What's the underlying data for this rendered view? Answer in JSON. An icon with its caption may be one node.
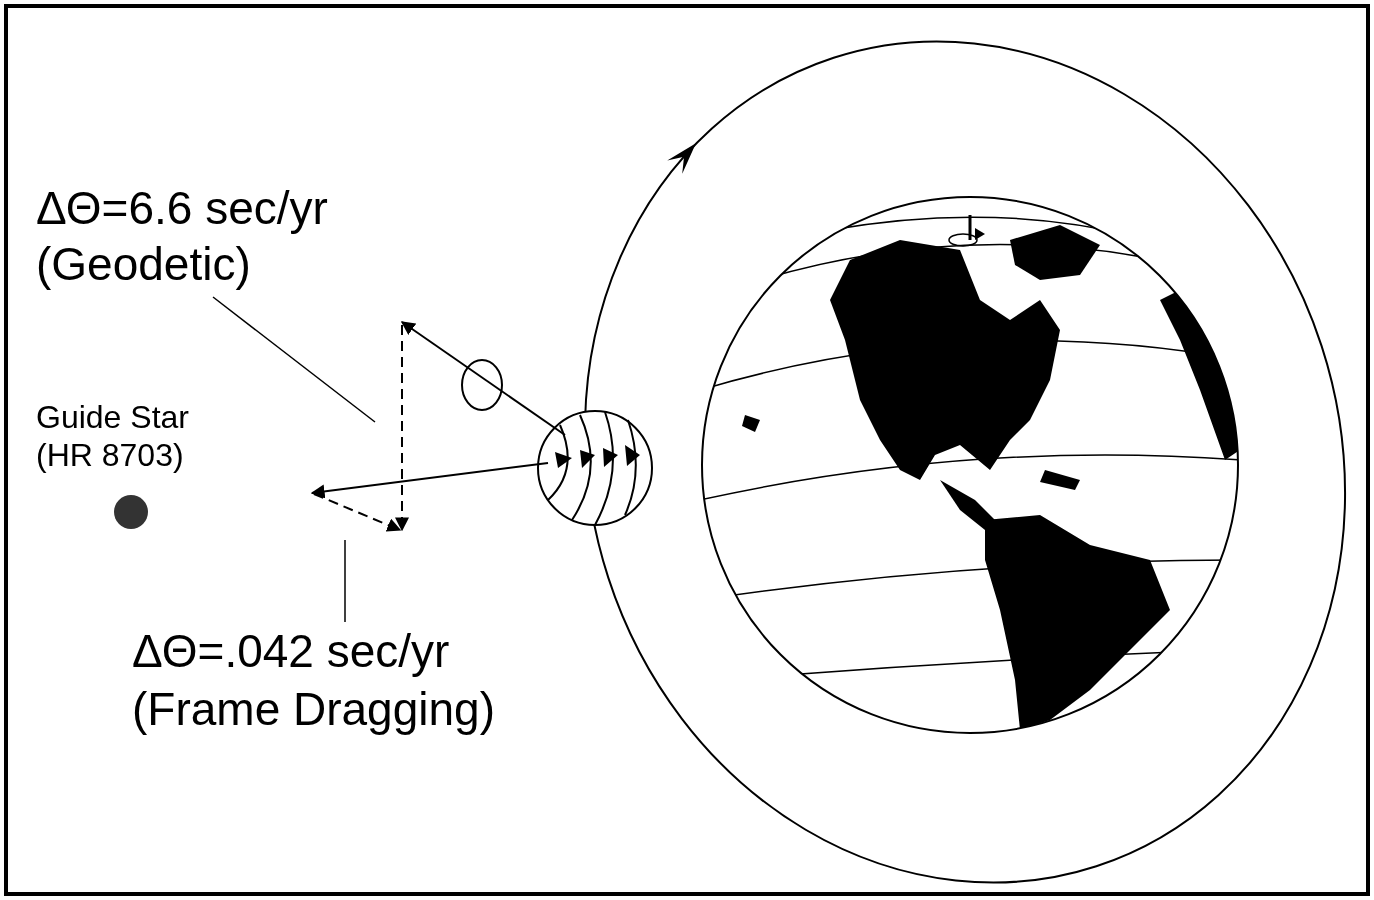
{
  "diagram": {
    "nodes": [
      {
        "text": [
          "ΔΘ=6.6 sec/yr",
          "(Geodetic)"
        ]
      },
      {
        "text": [
          "Guide Star",
          "(HR 8703)"
        ]
      },
      {
        "text": [
          "ΔΘ=.042 sec/yr",
          "(Frame Dragging)"
        ]
      }
    ],
    "edges": [
      {
        "from": 0,
        "to": null,
        "arrow": "none"
      },
      {
        "from": 2,
        "to": null,
        "arrow": "none"
      }
    ]
  }
}
